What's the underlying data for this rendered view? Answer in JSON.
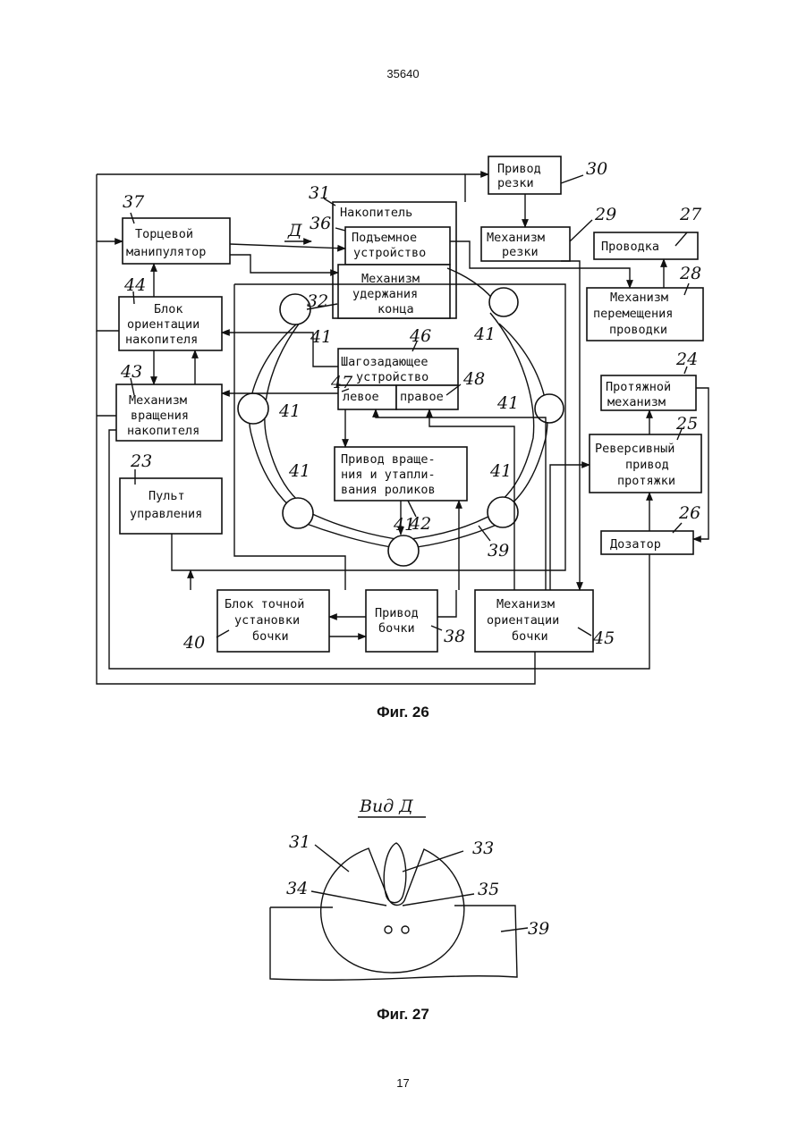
{
  "header": {
    "doc_number": "35640"
  },
  "footer": {
    "page_number": "17"
  },
  "fig26": {
    "caption": "Фиг. 26",
    "view_arrow_label": "Д",
    "blocks": {
      "b30": [
        "Привод",
        "резки"
      ],
      "b29": [
        "Механизм",
        "резки"
      ],
      "b27": [
        "Проводка"
      ],
      "b28": [
        "Механизм",
        "перемещения",
        "проводки"
      ],
      "b24": [
        "Протяжной",
        "механизм"
      ],
      "b25": [
        "Реверсивный",
        "привод",
        "протяжки"
      ],
      "b26": [
        "Дозатор"
      ],
      "b37": [
        "Торцевой",
        "манипулятор"
      ],
      "b31": [
        "Накопитель"
      ],
      "b36": [
        "Подъемное",
        "устройство"
      ],
      "b32": [
        "Механизм",
        "удержания",
        "конца"
      ],
      "b44": [
        "Блок",
        "ориентации",
        "накопителя"
      ],
      "b43": [
        "Механизм",
        "вращения",
        "накопителя"
      ],
      "b46": [
        "Шагозадающее",
        "устройство"
      ],
      "b47": [
        "левое"
      ],
      "b48": [
        "правое"
      ],
      "b42": [
        "Привод враще-",
        "ния и утапли-",
        "вания роликов"
      ],
      "b23": [
        "Пульт",
        "управления"
      ],
      "b40": [
        "Блок точной",
        "установки",
        "бочки"
      ],
      "b38": [
        "Привод",
        "бочки"
      ],
      "b45": [
        "Механизм",
        "ориентации",
        "бочки"
      ]
    },
    "ref_numbers": {
      "n30": "30",
      "n29": "29",
      "n27": "27",
      "n28": "28",
      "n24": "24",
      "n25": "25",
      "n26": "26",
      "n31": "31",
      "n36": "36",
      "n37": "37",
      "n44": "44",
      "n43": "43",
      "n32": "32",
      "n46": "46",
      "n47": "47",
      "n48": "48",
      "n23": "23",
      "n42": "42",
      "n39": "39",
      "n40": "40",
      "n38": "38",
      "n45": "45",
      "n41": "41"
    }
  },
  "fig27": {
    "caption": "Фиг. 27",
    "view_title": "Вид Д",
    "ref_numbers": {
      "n31": "31",
      "n33": "33",
      "n34": "34",
      "n35": "35",
      "n39": "39"
    }
  }
}
